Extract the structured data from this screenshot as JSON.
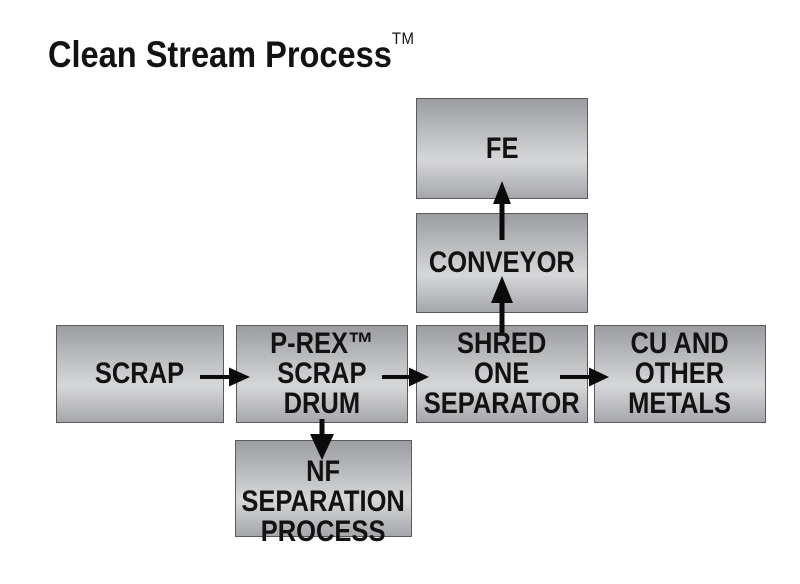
{
  "title": {
    "text": "Clean Stream Process",
    "tm": "TM"
  },
  "colors": {
    "box_top": "#9b9da0",
    "box_mid": "#d6d7d9",
    "box_bottom": "#a6a7aa",
    "box_border": "#595a5d",
    "arrow": "#0b0b0b",
    "text": "#121212",
    "background": "#ffffff"
  },
  "nodes": {
    "fe": {
      "label": "FE"
    },
    "conveyor": {
      "label": "CONVEYOR"
    },
    "scrap": {
      "label": "SCRAP"
    },
    "prex": {
      "label": "P-REX™\nSCRAP\nDRUM"
    },
    "shred": {
      "label": "SHRED\nONE\nSEPARATOR"
    },
    "cu": {
      "label": "CU AND\nOTHER\nMETALS"
    },
    "nf": {
      "label": "NF\nSEPARATION\nPROCESS"
    }
  },
  "edges": [
    {
      "from": "SCRAP",
      "to": "P-REX™ SCRAP DRUM"
    },
    {
      "from": "P-REX™ SCRAP DRUM",
      "to": "SHRED ONE SEPARATOR"
    },
    {
      "from": "P-REX™ SCRAP DRUM",
      "to": "NF SEPARATION PROCESS"
    },
    {
      "from": "SHRED ONE SEPARATOR",
      "to": "CU AND OTHER METALS"
    },
    {
      "from": "SHRED ONE SEPARATOR",
      "to": "CONVEYOR"
    },
    {
      "from": "CONVEYOR",
      "to": "FE"
    }
  ]
}
